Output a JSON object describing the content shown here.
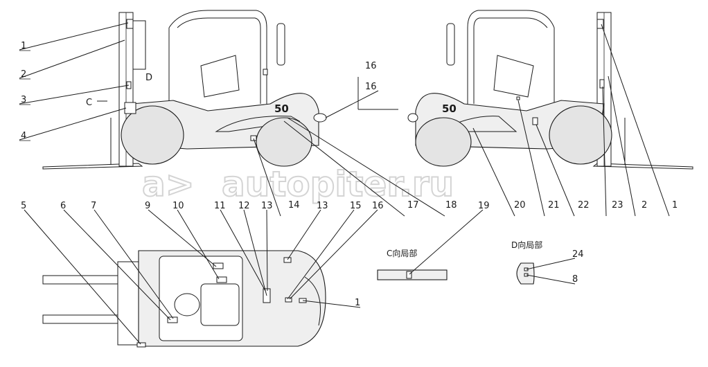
{
  "diagram": {
    "callout_numbers": {
      "c1a": "1",
      "c2a": "2",
      "c3a": "3",
      "c4a": "4",
      "c16a": "16",
      "c16b": "16",
      "c14": "14",
      "c17": "17",
      "c18": "18",
      "c20": "20",
      "c21": "21",
      "c22": "22",
      "c23": "23",
      "c2b": "2",
      "c1b": "1",
      "c5": "5",
      "c6": "6",
      "c7": "7",
      "c9": "9",
      "c10": "10",
      "c11": "11",
      "c12": "12",
      "c13a": "13",
      "c13b": "13",
      "c15": "15",
      "c16c": "16",
      "c19": "19",
      "c1c": "1",
      "c24": "24",
      "c8": "8"
    },
    "view_labels": {
      "c_marker": "C",
      "d_marker": "D",
      "c_detail": "C向局部",
      "d_detail": "D向局部"
    },
    "capacity_badge": "50",
    "watermark": "autopiter.ru",
    "watermark_logo": "a>"
  }
}
